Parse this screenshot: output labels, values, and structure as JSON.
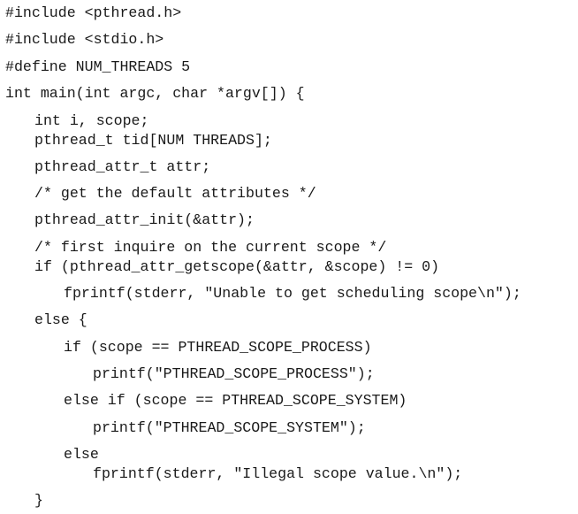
{
  "code": {
    "lines": [
      "#include <pthread.h>",
      "#include <stdio.h>",
      "#define NUM_THREADS 5",
      "int main(int argc, char *argv[]) {",
      "int i, scope;",
      "pthread_t tid[NUM THREADS];",
      "pthread_attr_t attr;",
      "/* get the default attributes */",
      "pthread_attr_init(&attr);",
      "/* first inquire on the current scope */",
      "if (pthread_attr_getscope(&attr, &scope) != 0)",
      "fprintf(stderr, \"Unable to get scheduling scope\\n\");",
      "else {",
      "if (scope == PTHREAD_SCOPE_PROCESS)",
      "printf(\"PTHREAD_SCOPE_PROCESS\");",
      "else if (scope == PTHREAD_SCOPE_SYSTEM)",
      "printf(\"PTHREAD_SCOPE_SYSTEM\");",
      "else",
      "fprintf(stderr, \"Illegal scope value.\\n\");",
      "}"
    ]
  }
}
